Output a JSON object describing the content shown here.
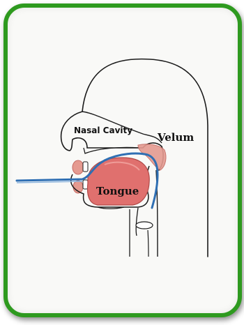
{
  "diagram": {
    "labels": {
      "nasal_cavity": "Nasal Cavity",
      "velum": "Velum",
      "tongue": "Tongue"
    },
    "colors": {
      "frame_border": "#2e9a1f",
      "outline": "#1a1a1a",
      "tongue_fill": "#e0706e",
      "tissue_fill": "#e59a90",
      "tube": "#2f6fb3"
    }
  }
}
